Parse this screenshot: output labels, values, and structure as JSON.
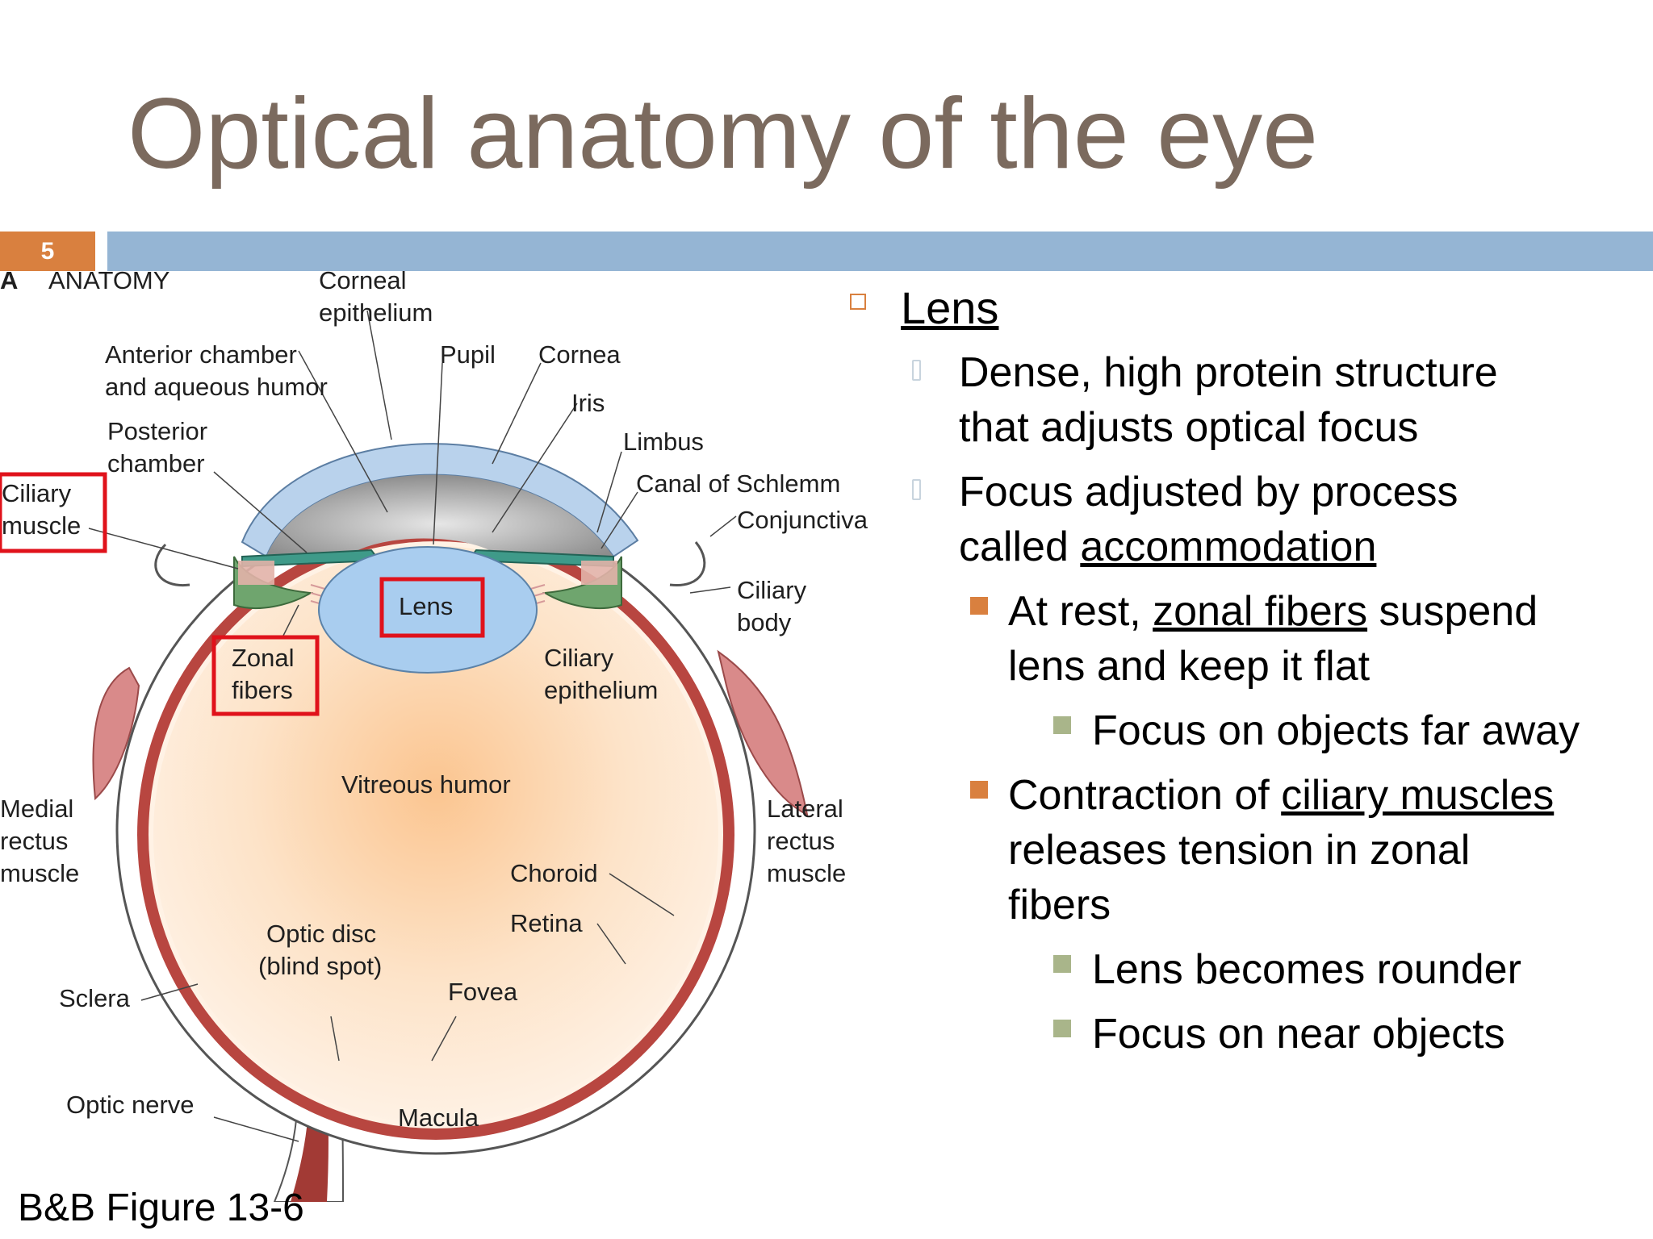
{
  "slide": {
    "title": "Optical anatomy of the eye",
    "number": "5",
    "caption": "B&B Figure 13-6"
  },
  "diagram": {
    "panel_letter": "A",
    "panel_title": "ANATOMY",
    "labels": {
      "corneal_epithelium_1": "Corneal",
      "corneal_epithelium_2": "epithelium",
      "anterior_chamber_1": "Anterior chamber",
      "anterior_chamber_2": "and aqueous humor",
      "pupil": "Pupil",
      "cornea": "Cornea",
      "iris": "Iris",
      "posterior_chamber_1": "Posterior",
      "posterior_chamber_2": "chamber",
      "limbus": "Limbus",
      "canal_of_schlemm": "Canal of Schlemm",
      "conjunctiva": "Conjunctiva",
      "ciliary_muscle_1": "Ciliary",
      "ciliary_muscle_2": "muscle",
      "ciliary_body_1": "Ciliary",
      "ciliary_body_2": "body",
      "lens": "Lens",
      "zonal_fibers_1": "Zonal",
      "zonal_fibers_2": "fibers",
      "ciliary_epithelium_1": "Ciliary",
      "ciliary_epithelium_2": "epithelium",
      "vitreous_humor": "Vitreous humor",
      "medial_rectus_1": "Medial",
      "medial_rectus_2": "rectus",
      "medial_rectus_3": "muscle",
      "lateral_rectus_1": "Lateral",
      "lateral_rectus_2": "rectus",
      "lateral_rectus_3": "muscle",
      "choroid": "Choroid",
      "retina": "Retina",
      "optic_disc_1": "Optic disc",
      "optic_disc_2": "(blind spot)",
      "fovea": "Fovea",
      "sclera": "Sclera",
      "optic_nerve": "Optic nerve",
      "macula": "Macula"
    },
    "highlight_color": "#e0121b"
  },
  "content": {
    "lens_heading": "Lens",
    "dense_line1": "Dense, high protein structure",
    "dense_line2": "that adjusts optical focus",
    "focus_line1": "Focus adjusted by process",
    "focus_line2_prefix": "called ",
    "focus_line2_link": "accommodation",
    "rest_prefix": "At rest, ",
    "rest_link": "zonal fibers",
    "rest_suffix": " suspend",
    "rest_line2": "lens and keep it flat",
    "far_away": "Focus on objects far away",
    "contraction_prefix": "Contraction of ",
    "contraction_link": "ciliary muscles",
    "contraction_line2": "releases tension in zonal",
    "contraction_line3": "fibers",
    "rounder": "Lens becomes rounder",
    "near": "Focus on near objects"
  },
  "colors": {
    "title": "#7b6a5e",
    "accent_orange": "#d9803f",
    "header_bar": "#95b5d4",
    "sub_bullet_green": "#a9b58a"
  }
}
